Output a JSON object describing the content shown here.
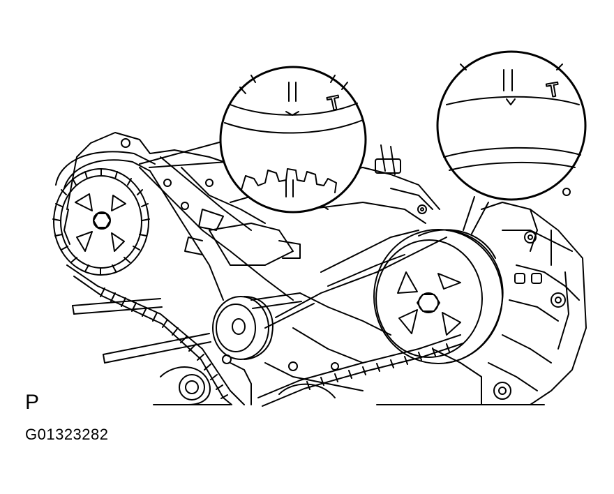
{
  "figure": {
    "view_label": "P",
    "figure_id": "G01323282",
    "detail_mark_text": "T",
    "colors": {
      "ink": "#000000",
      "paper": "#ffffff"
    },
    "parts": [
      "left-camshaft-timing-pulley",
      "right-camshaft-timing-pulley",
      "timing-belt",
      "idler-pulley",
      "crankshaft-timing-pulley",
      "left-timing-mark-detail",
      "right-timing-mark-detail"
    ]
  }
}
